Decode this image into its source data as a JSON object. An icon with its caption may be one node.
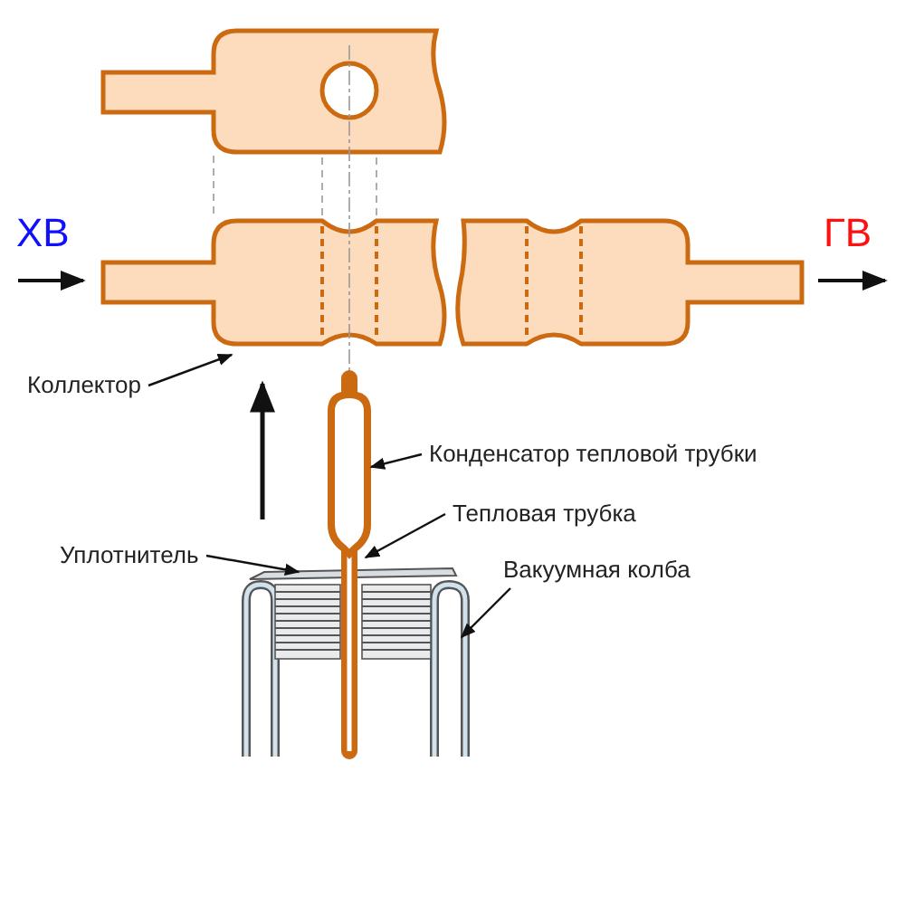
{
  "diagram": {
    "nodes": [
      {
        "text": [
          "Коллектор"
        ]
      },
      {
        "text": [
          "Конденсатор тепловой трубки"
        ]
      },
      {
        "text": [
          "Тепловая трубка"
        ]
      },
      {
        "text": [
          "Уплотнитель"
        ]
      },
      {
        "text": [
          "Вакуумная колба"
        ]
      }
    ],
    "edges": [
      {
        "from": 0,
        "to": null,
        "arrow": "to"
      },
      {
        "from": 1,
        "to": null,
        "arrow": "to"
      },
      {
        "from": 2,
        "to": null,
        "arrow": "to"
      },
      {
        "from": 3,
        "to": null,
        "arrow": "to"
      },
      {
        "from": 4,
        "to": null,
        "arrow": "to"
      }
    ],
    "labels": [
      "ХВ",
      "ГВ"
    ]
  }
}
